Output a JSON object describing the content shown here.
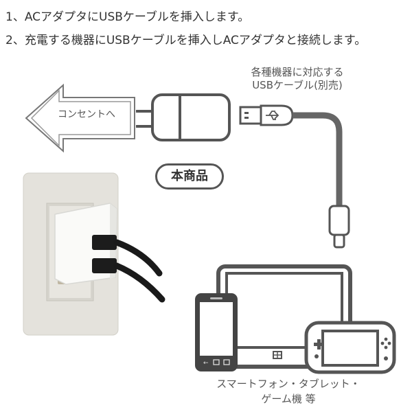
{
  "steps": [
    "1、ACアダプタにUSBケーブルを挿入します。",
    "2、充電する機器にUSBケーブルを挿入しACアダプタと接続します。"
  ],
  "arrow_label": "コンセントへ",
  "cable_label_line1": "各種機器に対応する",
  "cable_label_line2": "USBケーブル(別売)",
  "product_label": "本商品",
  "devices_label_line1": "スマートフォン・タブレット・",
  "devices_label_line2": "ゲーム機 等",
  "icons": [
    "outlet-arrow-icon",
    "ac-adapter-icon",
    "usb-plug-icon",
    "usb-c-plug-icon",
    "smartphone-icon",
    "tablet-icon",
    "game-console-icon",
    "wall-outlet-photo"
  ],
  "colors": {
    "line": "#555555",
    "cable": "#666666",
    "wall_plate": "#e4e2dc",
    "charger": "#f7f7f5"
  }
}
